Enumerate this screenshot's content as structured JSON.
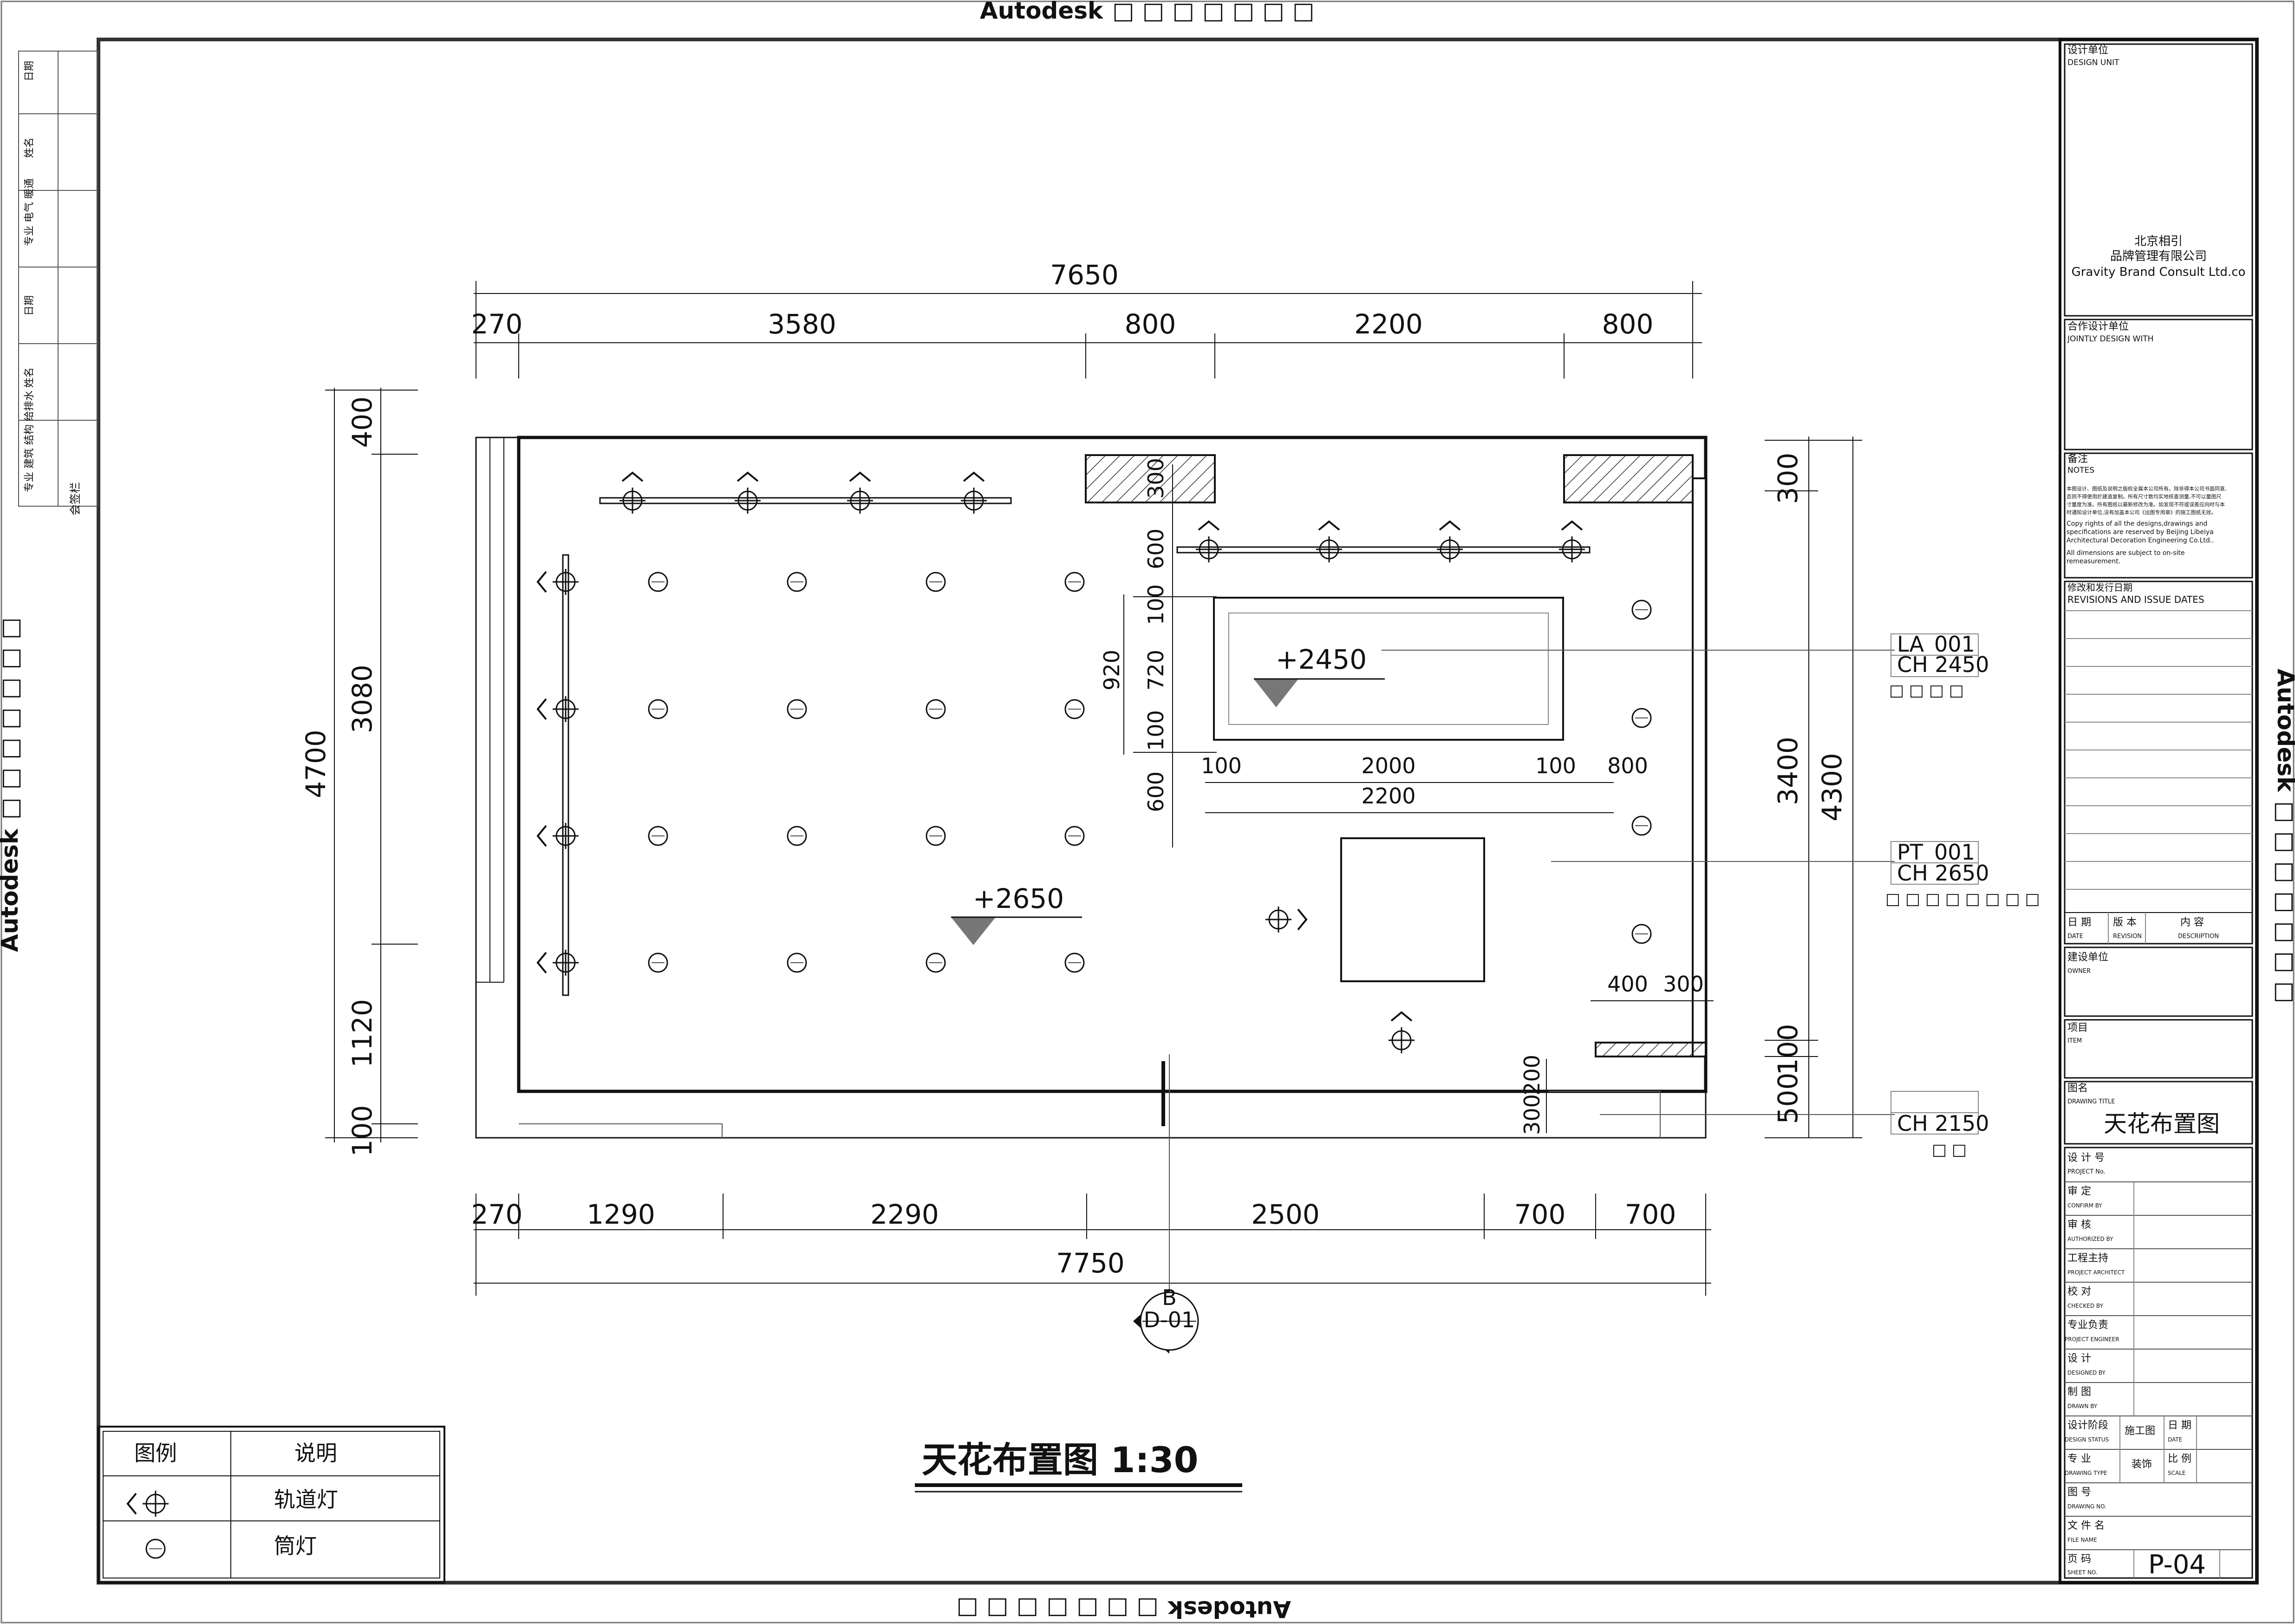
{
  "watermark": {
    "text": "Autodesk",
    "boxes": "□ □ □ □ □ □ □"
  },
  "overall_dims": {
    "top_total": "7650",
    "top_segments": [
      "270",
      "3580",
      "800",
      "2200",
      "800"
    ],
    "bottom_total": "7750",
    "bottom_segments": [
      "270",
      "1290",
      "2290",
      "2500",
      "700",
      "700"
    ],
    "left_total": "4700",
    "left_segments": [
      "400",
      "3080",
      "1120",
      "100"
    ],
    "right_total": "4300",
    "right_segments": [
      "300",
      "3400",
      "100",
      "500"
    ]
  },
  "inner_dims": {
    "d300_top": "300",
    "d600_top": "600",
    "d100_a": "100",
    "d720": "720",
    "d100_b": "100",
    "d920": "920",
    "d600_bot": "600",
    "h100_left": "100",
    "h2000": "2000",
    "h100_right": "100",
    "h800": "800",
    "h2200": "2200",
    "d400": "400",
    "d300_r": "300",
    "d200": "200",
    "d300_b": "300"
  },
  "levels": {
    "main": "+2650",
    "raised": "+2450"
  },
  "tags": {
    "la_code": "LA",
    "la_num": "001",
    "la_ch": "CH 2450",
    "la_boxes": "□ □ □ □",
    "pt_code": "PT",
    "pt_num": "001",
    "pt_ch": "CH 2650",
    "pt_boxes": "□ □ □ □ □ □ □ □",
    "ch_low": "CH 2150",
    "ch_boxes": "□ □"
  },
  "section_marker": {
    "letter": "B",
    "sheet": "D-01"
  },
  "drawing_title": "天花布置图 1:30",
  "legend": {
    "header_symbol": "图例",
    "header_desc": "说明",
    "rows": [
      {
        "icon": "track-light-icon",
        "label": "轨道灯"
      },
      {
        "icon": "downlight-icon",
        "label": "筒灯"
      }
    ]
  },
  "left_strip": {
    "cells": [
      "日期",
      "姓名",
      "专业 电气 暖通",
      "日期",
      "姓名",
      "专业 建筑 结构 给排水"
    ],
    "caption": "会签栏"
  },
  "title_block": {
    "design_unit_cn": "设计单位",
    "design_unit_en": "DESIGN UNIT",
    "company_cn_1": "北京相引",
    "company_cn_2": "品牌管理有限公司",
    "company_en": "Gravity Brand Consult Ltd.co",
    "joint_cn": "合作设计单位",
    "joint_en": "JOINTLY DESIGN WITH",
    "notes_cn": "备注",
    "notes_en": "NOTES",
    "notes_body_cn_1": "本图设计、图纸及说明之版权全属本公司所有。除非得本公司书面同意,",
    "notes_body_cn_2": "否则不得使用於建造复制。所有尺寸数均实地核查测量,不可以量图尺",
    "notes_body_cn_3": "寸量度为准。所有图纸以最新修改为准。如发现不符或误差应向时与本",
    "notes_body_cn_4": "时通知设计单位,没有加盖本公司《出图专用章》的施工图纸无效。",
    "notes_body_en_1": "Copy rights of all the designs,drawings and",
    "notes_body_en_2": "specifications are reserved by Beijing Libeiya",
    "notes_body_en_3": "Architectural Decoration Engineering Co.Ltd..",
    "notes_body_en_4": "All dimensions are subject to on-site",
    "notes_body_en_5": "remeasurement.",
    "rev_cn": "修改和发行日期",
    "rev_en": "REVISIONS AND ISSUE DATES",
    "rev_col_date_cn": "日 期",
    "rev_col_date_en": "DATE",
    "rev_col_rev_cn": "版 本",
    "rev_col_rev_en": "REVISION",
    "rev_col_desc_cn": "内 容",
    "rev_col_desc_en": "DESCRIPTION",
    "owner_cn": "建设单位",
    "owner_en": "OWNER",
    "item_cn": "项目",
    "item_en": "ITEM",
    "dtitle_cn": "图名",
    "dtitle_en": "DRAWING TITLE",
    "dtitle_value": "天花布置图",
    "proj_no_cn": "设 计 号",
    "proj_no_en": "PROJECT No.",
    "rows": [
      {
        "cn": "审 定",
        "en": "CONFIRM BY"
      },
      {
        "cn": "审 核",
        "en": "AUTHORIZED BY"
      },
      {
        "cn": "工程主持",
        "en": "PROJECT ARCHITECT"
      },
      {
        "cn": "校 对",
        "en": "CHECKED BY"
      },
      {
        "cn": "专业负责",
        "en": "PROJECT ENGINEER"
      },
      {
        "cn": "设 计",
        "en": "DESIGNED BY"
      },
      {
        "cn": "制 图",
        "en": "DRAWN BY"
      }
    ],
    "status_cn": "设计阶段",
    "status_en": "DESIGN STATUS",
    "status_value": "施工图",
    "date_cn": "日 期",
    "date_en": "DATE",
    "major_cn": "专 业",
    "major_en": "DRAWING TYPE",
    "major_value": "装饰",
    "scale_cn": "比 例",
    "scale_en": "SCALE",
    "dwg_no_cn": "图 号",
    "dwg_no_en": "DRAWING NO.",
    "file_cn": "文 件 名",
    "file_en": "FILE NAME",
    "sheet_cn": "页 码",
    "sheet_en": "SHEET NO.",
    "sheet_value": "P-04"
  }
}
